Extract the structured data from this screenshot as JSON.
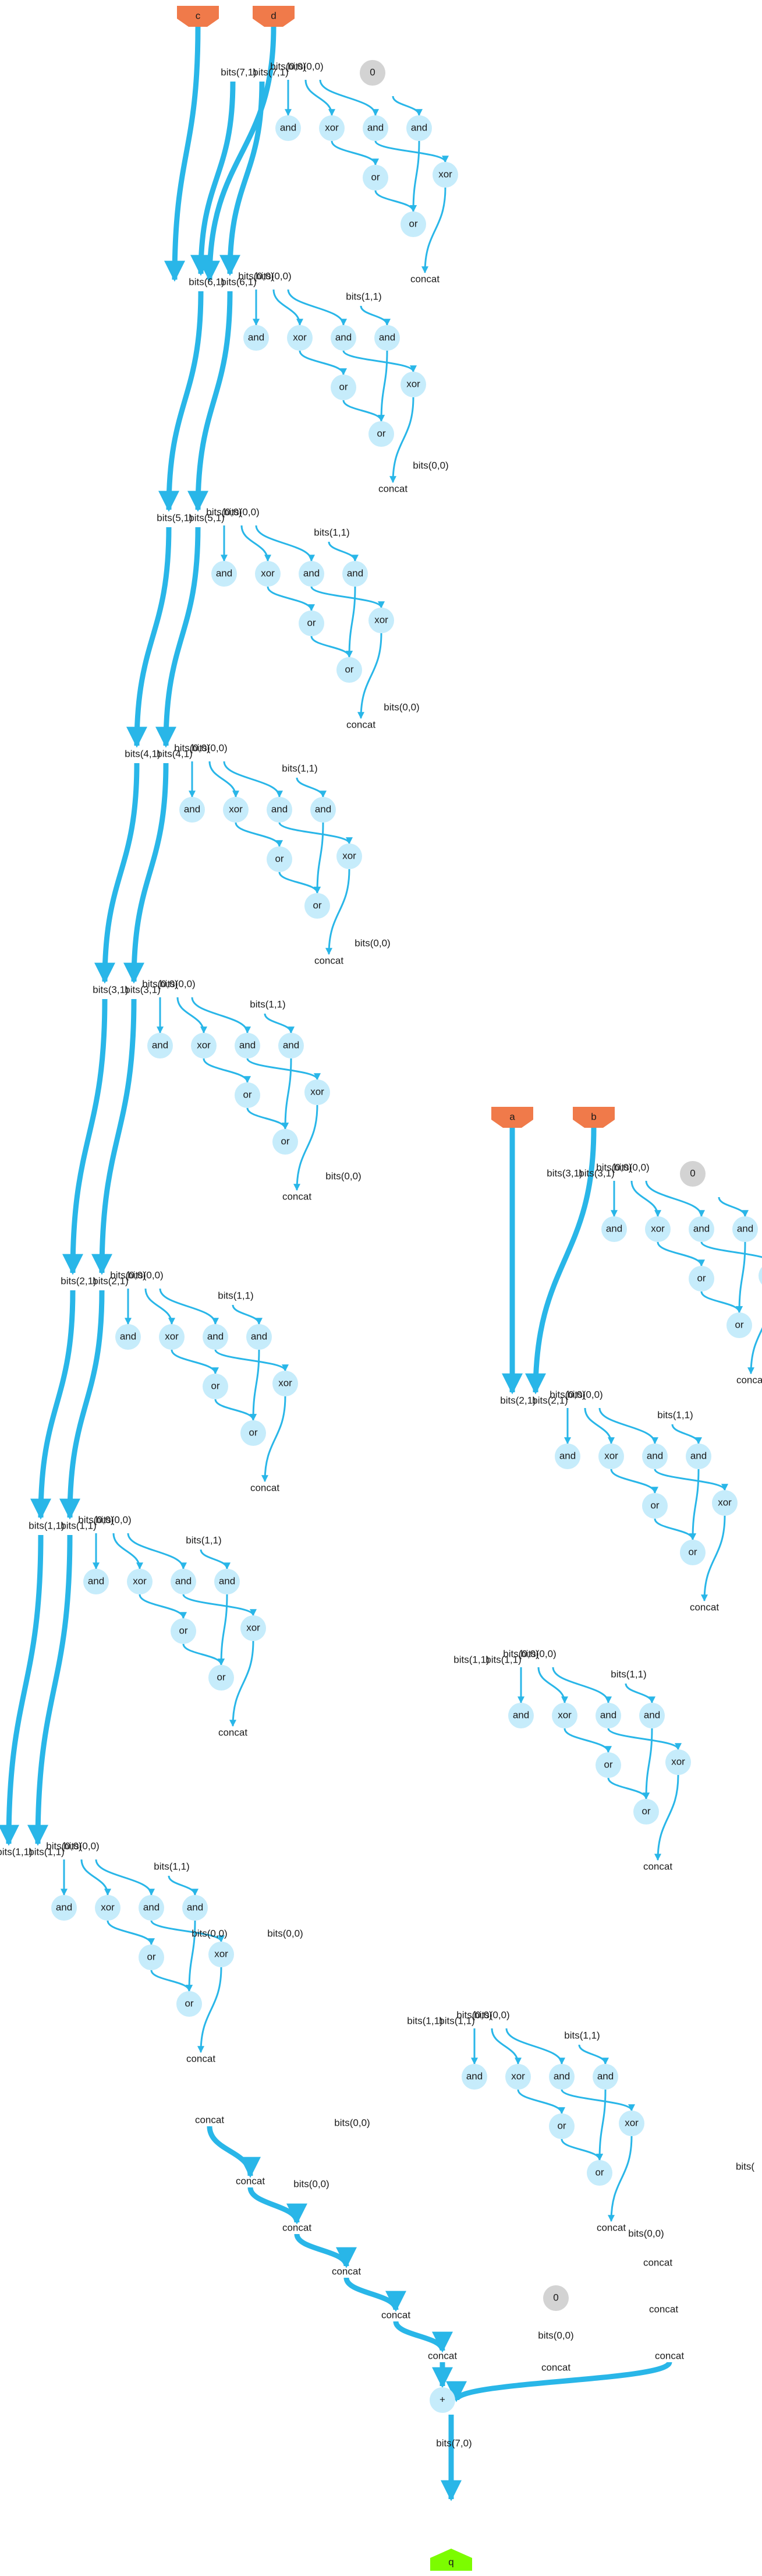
{
  "graph": {
    "inputs": {
      "c": "c",
      "d": "d",
      "a": "a",
      "b": "b"
    },
    "output": "q",
    "constant": "0",
    "labels": {
      "and": "and",
      "xor": "xor",
      "or": "or",
      "concat": "concat",
      "bits_0_0": "bits(0,0)",
      "bits_1_1": "bits(1,1)",
      "bits_2_1": "bits(2,1)",
      "bits_3_1": "bits(3,1)",
      "bits_4_1": "bits(4,1)",
      "bits_5_1": "bits(5,1)",
      "bits_6_1": "bits(6,1)",
      "bits_7_1": "bits(7,1)",
      "bits_7_0": "bits(7,0)",
      "plus": "+"
    }
  },
  "colors": {
    "edge": "#29b6e8",
    "node_op": "#c6ecfb",
    "node_const": "#d3d3d3",
    "node_input": "#f07a4a",
    "node_output": "#7cfc00",
    "text": "#1a1a1a"
  }
}
